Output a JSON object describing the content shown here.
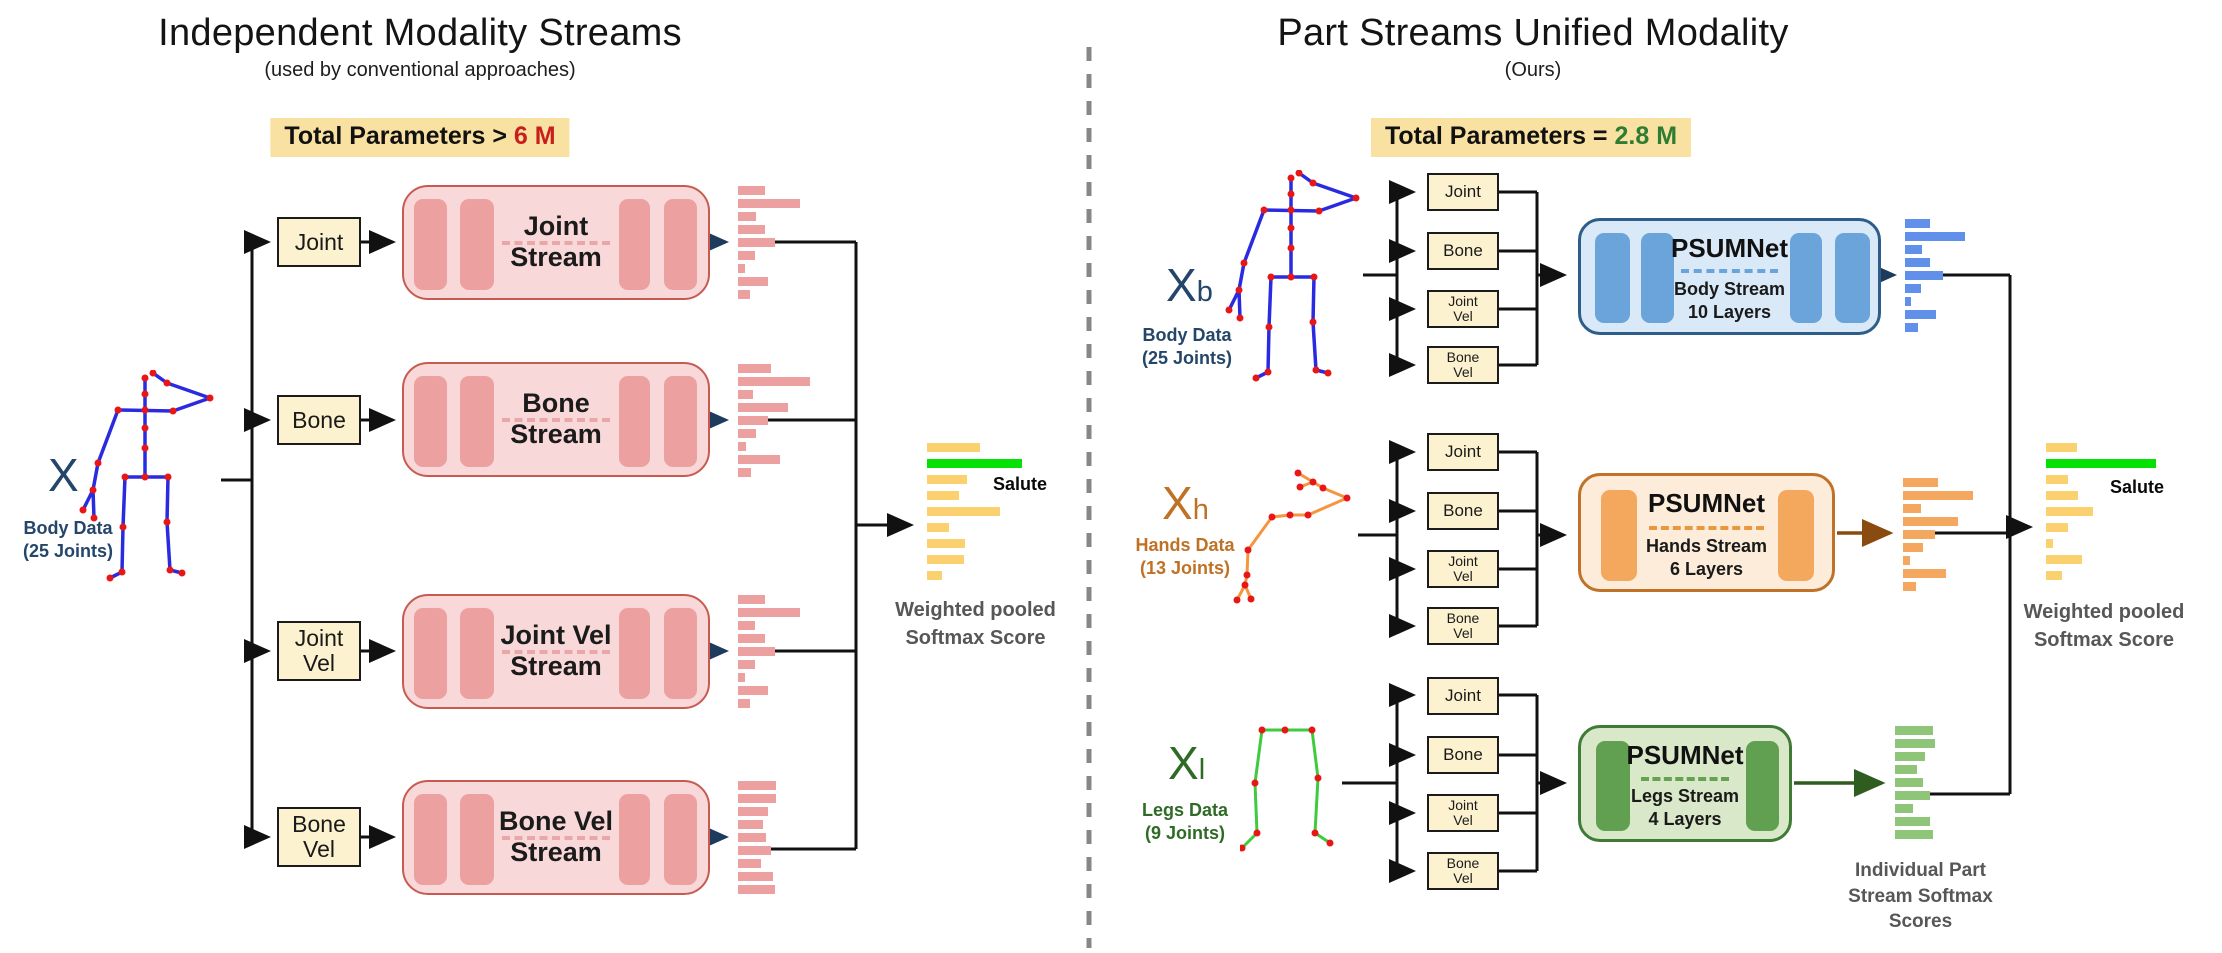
{
  "left_panel": {
    "title": "Independent Modality Streams",
    "subtitle": "(used by conventional approaches)",
    "params": {
      "label": "Total Parameters > ",
      "value": "6 M"
    },
    "input": {
      "symbol": "X",
      "caption1": "Body Data",
      "caption2": "(25 Joints)"
    },
    "streams": [
      {
        "line1": "Joint",
        "line2": "Stream"
      },
      {
        "line1": "Bone",
        "line2": "Stream"
      },
      {
        "line1": "Joint Vel",
        "line2": "Stream"
      },
      {
        "line1": "Bone Vel",
        "line2": "Stream"
      }
    ],
    "salute_label": "Salute",
    "output_caption1": "Weighted pooled",
    "output_caption2": "Softmax Score"
  },
  "right_panel": {
    "title": "Part Streams Unified Modality",
    "subtitle": "(Ours)",
    "params": {
      "label": "Total Parameters = ",
      "value": "2.8 M"
    },
    "streams": [
      {
        "symbol": "X",
        "subscript": "b",
        "caption1": "Body Data",
        "caption2": "(25 Joints)",
        "net_title": "PSUMNet",
        "net_line1": "Body Stream",
        "net_line2": "10 Layers"
      },
      {
        "symbol": "X",
        "subscript": "h",
        "caption1": "Hands Data",
        "caption2": "(13 Joints)",
        "net_title": "PSUMNet",
        "net_line1": "Hands Stream",
        "net_line2": "6 Layers"
      },
      {
        "symbol": "X",
        "subscript": "l",
        "caption1": "Legs Data",
        "caption2": "(9 Joints)",
        "net_title": "PSUMNet",
        "net_line1": "Legs Stream",
        "net_line2": "4 Layers"
      }
    ],
    "salute_label": "Salute",
    "output_caption1": "Weighted pooled",
    "output_caption2": "Softmax Score",
    "individual_caption1": "Individual Part",
    "individual_caption2": "Stream Softmax",
    "individual_caption3": "Scores"
  },
  "modalities": [
    {
      "line1": "Joint",
      "line2": ""
    },
    {
      "line1": "Bone",
      "line2": ""
    },
    {
      "line1": "Joint",
      "line2": "Vel"
    },
    {
      "line1": "Bone",
      "line2": "Vel"
    }
  ],
  "chart_data": [
    {
      "id": "joint-stream-softmax",
      "type": "bar",
      "orientation": "horizontal",
      "title": "Joint Stream softmax scores",
      "color": "#eda0a0",
      "values": [
        27,
        62,
        18,
        27,
        37,
        17,
        7,
        30,
        12
      ],
      "connector_index": 4
    },
    {
      "id": "bone-stream-softmax",
      "type": "bar",
      "orientation": "horizontal",
      "title": "Bone Stream softmax scores",
      "color": "#eda0a0",
      "values": [
        33,
        72,
        15,
        50,
        30,
        18,
        8,
        42,
        13
      ],
      "connector_index": 4
    },
    {
      "id": "joint-vel-stream-softmax",
      "type": "bar",
      "orientation": "horizontal",
      "title": "Joint Vel Stream softmax scores",
      "color": "#eda0a0",
      "values": [
        27,
        62,
        17,
        27,
        37,
        17,
        7,
        30,
        12
      ],
      "connector_index": 4
    },
    {
      "id": "bone-vel-stream-softmax",
      "type": "bar",
      "orientation": "horizontal",
      "title": "Bone Vel Stream softmax scores",
      "color": "#eda0a0",
      "values": [
        38,
        38,
        30,
        25,
        28,
        33,
        23,
        35,
        37
      ],
      "connector_index": 5
    },
    {
      "id": "left-weighted-softmax",
      "type": "bar",
      "orientation": "horizontal",
      "title": "Weighted pooled Softmax Score",
      "color": "#fbd170",
      "values": [
        53,
        95,
        40,
        32,
        73,
        22,
        38,
        37,
        15
      ],
      "highlight_index": 1,
      "highlight_color": "#05e105",
      "highlight_label": "Salute"
    },
    {
      "id": "body-stream-softmax",
      "type": "bar",
      "orientation": "horizontal",
      "title": "Body Stream softmax scores",
      "color": "#6190ea",
      "values": [
        25,
        60,
        17,
        25,
        38,
        16,
        6,
        31,
        13
      ],
      "connector_index": 4
    },
    {
      "id": "hands-stream-softmax",
      "type": "bar",
      "orientation": "horizontal",
      "title": "Hands Stream softmax scores",
      "color": "#f3a75f",
      "values": [
        35,
        70,
        18,
        55,
        32,
        20,
        7,
        43,
        13
      ],
      "connector_index": 4
    },
    {
      "id": "legs-stream-softmax",
      "type": "bar",
      "orientation": "horizontal",
      "title": "Legs Stream softmax scores",
      "color": "#8fc579",
      "values": [
        38,
        40,
        30,
        22,
        28,
        35,
        18,
        35,
        38
      ],
      "connector_index": 5
    },
    {
      "id": "right-weighted-softmax",
      "type": "bar",
      "orientation": "horizontal",
      "title": "Weighted pooled Softmax Score",
      "color": "#fbd170",
      "values": [
        31,
        110,
        22,
        32,
        47,
        22,
        7,
        36,
        16
      ],
      "highlight_index": 1,
      "highlight_color": "#05e105",
      "highlight_label": "Salute"
    }
  ],
  "colors": {
    "params_badge_bg": "#f9e1a1",
    "params_red": "#c81e1e",
    "params_green": "#2e7d32",
    "conventional_stream_pink": "#eda0a0",
    "body_stream_blue": "#6190ea",
    "hands_stream_orange": "#f3a75f",
    "legs_stream_green": "#8fc579",
    "weighted_bar_yellow": "#fbd170",
    "salute_highlight_green": "#05e105",
    "body_text_navy": "#24466b",
    "hands_text_orange": "#bf7226",
    "legs_text_green": "#2f6b27",
    "divider_gray": "#878787"
  }
}
